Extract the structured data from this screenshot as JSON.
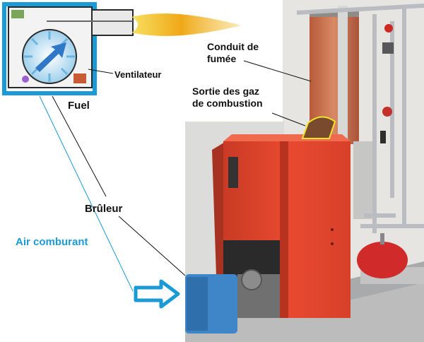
{
  "labels": {
    "conduit": "Conduit de",
    "conduit2": "fumée",
    "sortie": "Sortie des gaz",
    "sortie2": "de combustion",
    "ventilateur": "Ventilateur",
    "fuel": "Fuel",
    "bruleur": "Brûleur",
    "air": "Air comburant"
  },
  "colors": {
    "boiler": "#e2412c",
    "burner": "#3f86c8",
    "air_arrow": "#1a9ad6",
    "flame": "#f0b020",
    "diagram_frame": "#1a9ad6"
  },
  "icons": {
    "fan": "ventilator-fan-icon",
    "flame": "flame-icon",
    "air_arrow": "air-arrow-icon"
  }
}
